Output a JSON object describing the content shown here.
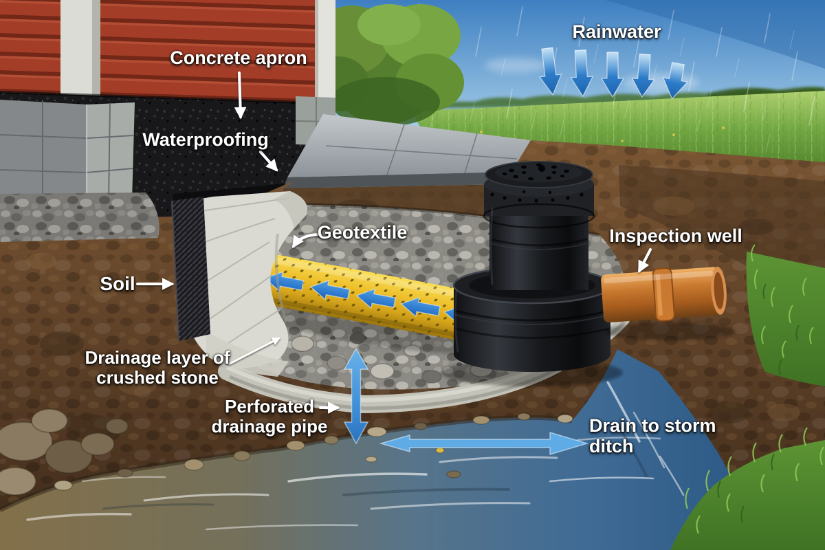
{
  "labels": {
    "rainwater": "Rainwater",
    "concrete_apron": "Concrete apron",
    "waterproofing": "Waterproofing",
    "geotextile": "Geotextile",
    "soil": "Soil",
    "inspection_well": "Inspection well",
    "drainage_layer": {
      "line1": "Drainage layer of",
      "line2": "crushed stone"
    },
    "perforated_pipe": {
      "line1": "Perforated",
      "line2": "drainage pipe"
    },
    "drain_storm": {
      "line1": "Drain to storm",
      "line2": "ditch"
    }
  },
  "colors": {
    "sky_top": "#3e7fc1",
    "sky_light": "#a8cfe9",
    "field_green": "#74a844",
    "siding_red": "#b1432c",
    "soil_brown": "#64452a",
    "gravel_gray": "#8b8a84",
    "geotextile_gray": "#dadad2",
    "apron_gray": "#8d9399",
    "pipe_yellow": "#edbe29",
    "orange_pipe": "#c97a30",
    "well_black": "#17191c",
    "water_blue": "#3f6b95",
    "grass_green": "#5d9434",
    "curb_concrete": "#c3c3b9",
    "rain_arrow_blue": "#2d7cc9",
    "flow_arrow_blue": "#2e7cd0",
    "big_arrow_blue": "#3f90d8"
  }
}
